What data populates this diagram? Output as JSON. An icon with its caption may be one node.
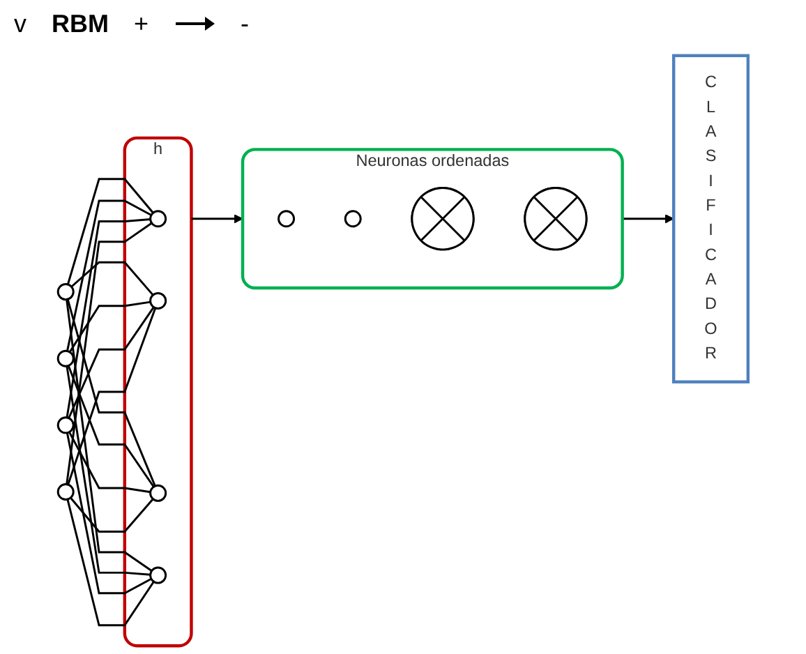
{
  "diagram": {
    "nodes": [
      {
        "text": [],
        "shape": "circle"
      },
      {
        "text": [],
        "shape": "circle"
      },
      {
        "text": [],
        "shape": "circle"
      },
      {
        "text": [],
        "shape": "circle"
      },
      {
        "text": [
          "h"
        ]
      },
      {
        "text": [],
        "shape": "circle",
        "in": 4
      },
      {
        "text": [],
        "shape": "circle",
        "in": 4
      },
      {
        "text": [],
        "shape": "circle",
        "in": 4
      },
      {
        "text": [],
        "shape": "circle",
        "in": 4
      },
      {
        "text": [
          "Neuronas ordenadas"
        ]
      },
      {
        "text": [],
        "shape": "circle",
        "in": 9
      },
      {
        "text": [],
        "shape": "circle",
        "in": 9
      },
      {
        "text": [],
        "shape": "crossed-circle",
        "in": 9
      },
      {
        "text": [],
        "shape": "crossed-circle",
        "in": 9
      },
      {
        "text": [
          "C L A S I F I C A D O R"
        ]
      }
    ],
    "edges": [
      {
        "from": 0,
        "to": 5,
        "arrow": "none"
      },
      {
        "from": 0,
        "to": 6,
        "arrow": "none"
      },
      {
        "from": 0,
        "to": 7,
        "arrow": "none"
      },
      {
        "from": 0,
        "to": 8,
        "arrow": "none"
      },
      {
        "from": 1,
        "to": 5,
        "arrow": "none"
      },
      {
        "from": 1,
        "to": 6,
        "arrow": "none"
      },
      {
        "from": 1,
        "to": 7,
        "arrow": "none"
      },
      {
        "from": 1,
        "to": 8,
        "arrow": "none"
      },
      {
        "from": 2,
        "to": 5,
        "arrow": "none"
      },
      {
        "from": 2,
        "to": 6,
        "arrow": "none"
      },
      {
        "from": 2,
        "to": 7,
        "arrow": "none"
      },
      {
        "from": 2,
        "to": 8,
        "arrow": "none"
      },
      {
        "from": 3,
        "to": 5,
        "arrow": "none"
      },
      {
        "from": 3,
        "to": 6,
        "arrow": "none"
      },
      {
        "from": 3,
        "to": 7,
        "arrow": "none"
      },
      {
        "from": 3,
        "to": 8,
        "arrow": "none"
      },
      {
        "from": 4,
        "to": 9,
        "arrow": "to"
      },
      {
        "from": 9,
        "to": 14,
        "arrow": "to"
      }
    ],
    "title": "RBM",
    "labels": [
      "v",
      "+",
      "-"
    ]
  }
}
